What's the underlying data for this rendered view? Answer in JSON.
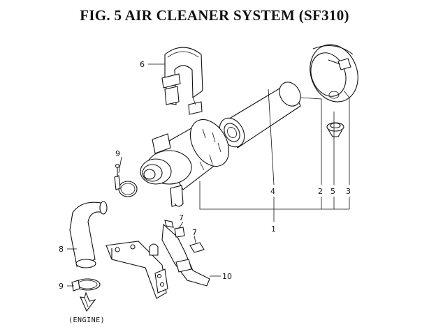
{
  "figure": {
    "title": "FIG. 5  AIR CLEANER SYSTEM (SF310)"
  },
  "callouts": [
    {
      "id": "c1",
      "text": "1"
    },
    {
      "id": "c2",
      "text": "2"
    },
    {
      "id": "c3",
      "text": "3"
    },
    {
      "id": "c4",
      "text": "4"
    },
    {
      "id": "c5",
      "text": "5"
    },
    {
      "id": "c6",
      "text": "6"
    },
    {
      "id": "c7a",
      "text": "7"
    },
    {
      "id": "c7b",
      "text": "7"
    },
    {
      "id": "c8",
      "text": "8"
    },
    {
      "id": "c9a",
      "text": "9"
    },
    {
      "id": "c9b",
      "text": "9"
    },
    {
      "id": "c10",
      "text": "10"
    }
  ],
  "engine_label": "(ENGINE)"
}
